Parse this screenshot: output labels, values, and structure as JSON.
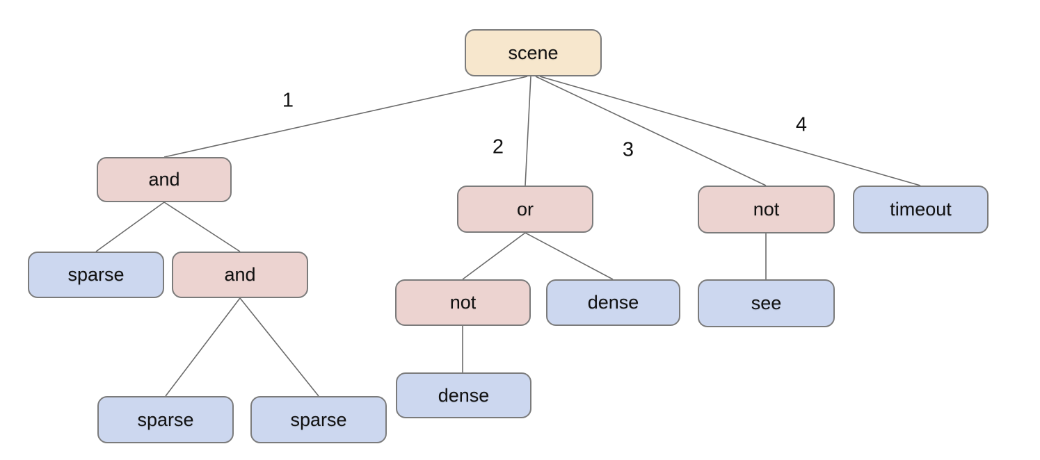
{
  "diagram": {
    "colors": {
      "root_fill": "#f7e7cd",
      "operator_fill": "#ecd3d0",
      "leaf_fill": "#ccd7ef",
      "node_border": "#7b7b7b",
      "edge_line": "#6b6b6b",
      "text": "#111111",
      "background": "#ffffff"
    },
    "nodes": [
      {
        "id": "scene",
        "label": "scene",
        "type": "root"
      },
      {
        "id": "and-1",
        "label": "and",
        "type": "operator"
      },
      {
        "id": "or-1",
        "label": "or",
        "type": "operator"
      },
      {
        "id": "not-1",
        "label": "not",
        "type": "operator"
      },
      {
        "id": "timeout",
        "label": "timeout",
        "type": "leaf"
      },
      {
        "id": "sparse-1",
        "label": "sparse",
        "type": "leaf"
      },
      {
        "id": "and-2",
        "label": "and",
        "type": "operator"
      },
      {
        "id": "not-2",
        "label": "not",
        "type": "operator"
      },
      {
        "id": "dense-1",
        "label": "dense",
        "type": "leaf"
      },
      {
        "id": "see",
        "label": "see",
        "type": "leaf"
      },
      {
        "id": "sparse-2",
        "label": "sparse",
        "type": "leaf"
      },
      {
        "id": "sparse-3",
        "label": "sparse",
        "type": "leaf"
      },
      {
        "id": "dense-2",
        "label": "dense",
        "type": "leaf"
      }
    ],
    "edges": [
      {
        "from": "scene",
        "to": "and-1",
        "label": "1"
      },
      {
        "from": "scene",
        "to": "or-1",
        "label": "2"
      },
      {
        "from": "scene",
        "to": "not-1",
        "label": "3"
      },
      {
        "from": "scene",
        "to": "timeout",
        "label": "4"
      },
      {
        "from": "and-1",
        "to": "sparse-1",
        "label": ""
      },
      {
        "from": "and-1",
        "to": "and-2",
        "label": ""
      },
      {
        "from": "or-1",
        "to": "not-2",
        "label": ""
      },
      {
        "from": "or-1",
        "to": "dense-1",
        "label": ""
      },
      {
        "from": "not-1",
        "to": "see",
        "label": ""
      },
      {
        "from": "and-2",
        "to": "sparse-2",
        "label": ""
      },
      {
        "from": "and-2",
        "to": "sparse-3",
        "label": ""
      },
      {
        "from": "not-2",
        "to": "dense-2",
        "label": ""
      }
    ]
  }
}
